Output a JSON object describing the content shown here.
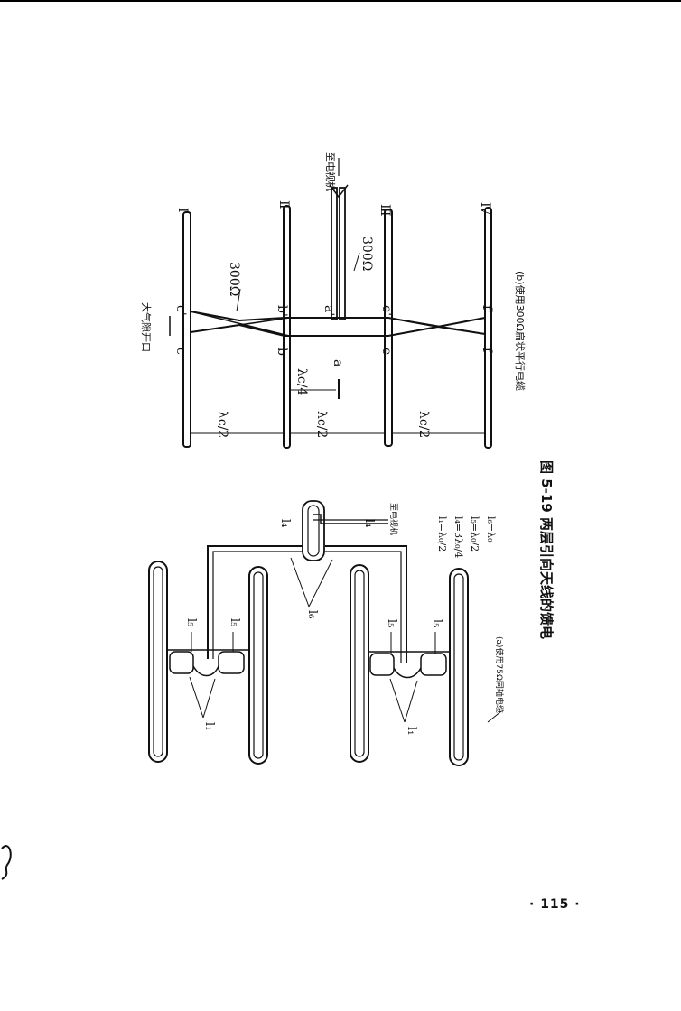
{
  "figure": {
    "caption": "图 5-19  两层引向天线的馈电",
    "sub_a": {
      "caption": "(a)使用75Ω同轴电缆",
      "cable_label": "至电视机",
      "labels": {
        "l1": "l₁",
        "l4": "l₄",
        "l5": "l₅",
        "l6": "l₆"
      },
      "formulas": [
        "l₁=λ₀/2",
        "l₄=3λ₀/4",
        "l₅=λ₀/2",
        "l₆=λ₀"
      ]
    },
    "sub_b": {
      "caption": "(b)使用300Ω扁状平行电缆",
      "cable_label": "至电视机",
      "gap_label": "大气隙开口",
      "impedance": "300Ω",
      "spacing": "λc/2",
      "quarter": "λc/4",
      "elements": [
        "Ⅰ",
        "Ⅱ",
        "Ⅲ",
        "Ⅳ"
      ],
      "points_lower": [
        "c",
        "b",
        "a",
        "e",
        "f"
      ],
      "points_upper": [
        "c'",
        "b'",
        "a'",
        "e'",
        "f'"
      ]
    }
  },
  "page_number": "· 115 ·"
}
